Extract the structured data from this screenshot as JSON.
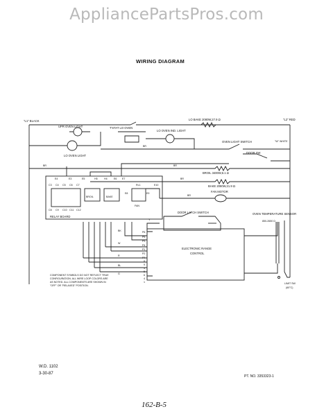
{
  "site_title": "AppliancePartsPros.com",
  "heading": "WIRING DIAGRAM",
  "labels": {
    "l1_black": "\"L1\" BLACK",
    "l2_red": "\"L2\" RED",
    "lo_bake": "LO BAKE 2080W,27.9 Ω",
    "upr_oven_light": "UPR OVEN LIGHT",
    "tstat_lo_oven": "T'STAT LO OVEN",
    "lo_oven_ind_light": "LO OVEN IND. LIGHT",
    "lo_oven_light": "LO OVEN LIGHT",
    "oven_light_switch": "OVEN LIGHT SWITCH",
    "br": "BR",
    "w_white": "\"W\" WHITE",
    "door_sw": "DOOR SW",
    "broil": "BROIL 3400W,6.1 Ω",
    "bake": "BAKE 2080W,21.9 Ω",
    "fan_motor": "FAN MOTOR",
    "relay_board": "RELAY BOARD",
    "door_latch_switch": "DOOR LATCH SWITCH",
    "oven_temp_sensor": "OVEN TEMPERATURE SENSOR",
    "sensor_spec": "850-2650 Ω",
    "erc_line1": "ELECTRONIC RANGE",
    "erc_line2": "CONTROL",
    "limit_sw": "LIMIT SW",
    "limit_temp": "(60°C)",
    "note": [
      "COMPONENT SYMBOLS DO NOT REFLECT TRUE",
      "CONFIGURATION. ALL WIRE LOOP COLORS ARE",
      "AS NOTED. ALL COMPONENTS ARE SHOWN IN",
      "\"OFF\" OR \"RELAXED\" POSITION."
    ],
    "relay_tags": [
      "E4",
      "E3",
      "E5",
      "H5",
      "H4",
      "E6",
      "E7",
      "E8",
      "E9",
      "RL1",
      "E10"
    ],
    "relay_parts": [
      "BROIL",
      "BAKE",
      "FAN"
    ],
    "small_tags": [
      "C3",
      "C4",
      "C5",
      "C6",
      "C7",
      "C8",
      "C9",
      "C10",
      "C11",
      "C12"
    ],
    "conn_pins": [
      "P6",
      "P5",
      "P3",
      "P4",
      "P1",
      "P2",
      "P7",
      "8",
      "9",
      "3",
      "5",
      "6",
      "4",
      "1"
    ],
    "wire_codes": [
      "BR",
      "BR",
      "BR",
      "BK",
      "W",
      "R",
      "BL",
      "G",
      "Y"
    ]
  },
  "footer": {
    "wd_number": "W.D. 1102",
    "date": "3-30-87",
    "part_number": "PT. NO. 3353323-1",
    "handwritten": "162-B-5"
  }
}
